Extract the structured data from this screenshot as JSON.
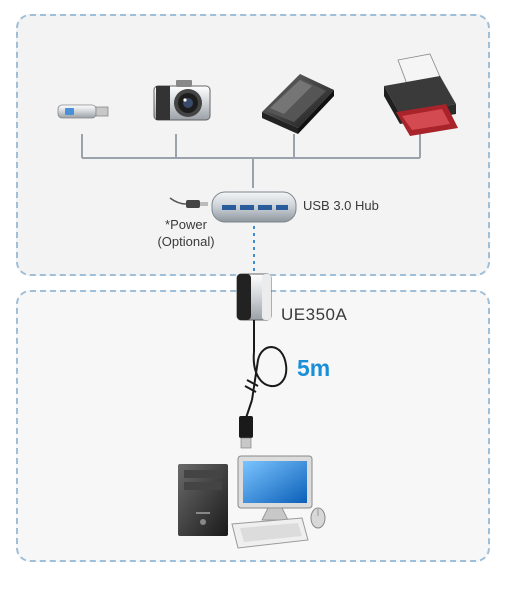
{
  "labels": {
    "hub": "USB 3.0 Hub",
    "power_line1": "*Power",
    "power_line2": "(Optional)",
    "product": "UE350A",
    "cable_length": "5m"
  },
  "colors": {
    "panel_border": "#9fbfd9",
    "accent_blue": "#1a8fd8",
    "line_gray": "#9aa3ab",
    "text": "#3a3a3a"
  },
  "devices": [
    {
      "icon": "usb-flash-drive-icon"
    },
    {
      "icon": "camera-icon"
    },
    {
      "icon": "scanner-icon"
    },
    {
      "icon": "printer-icon"
    }
  ]
}
